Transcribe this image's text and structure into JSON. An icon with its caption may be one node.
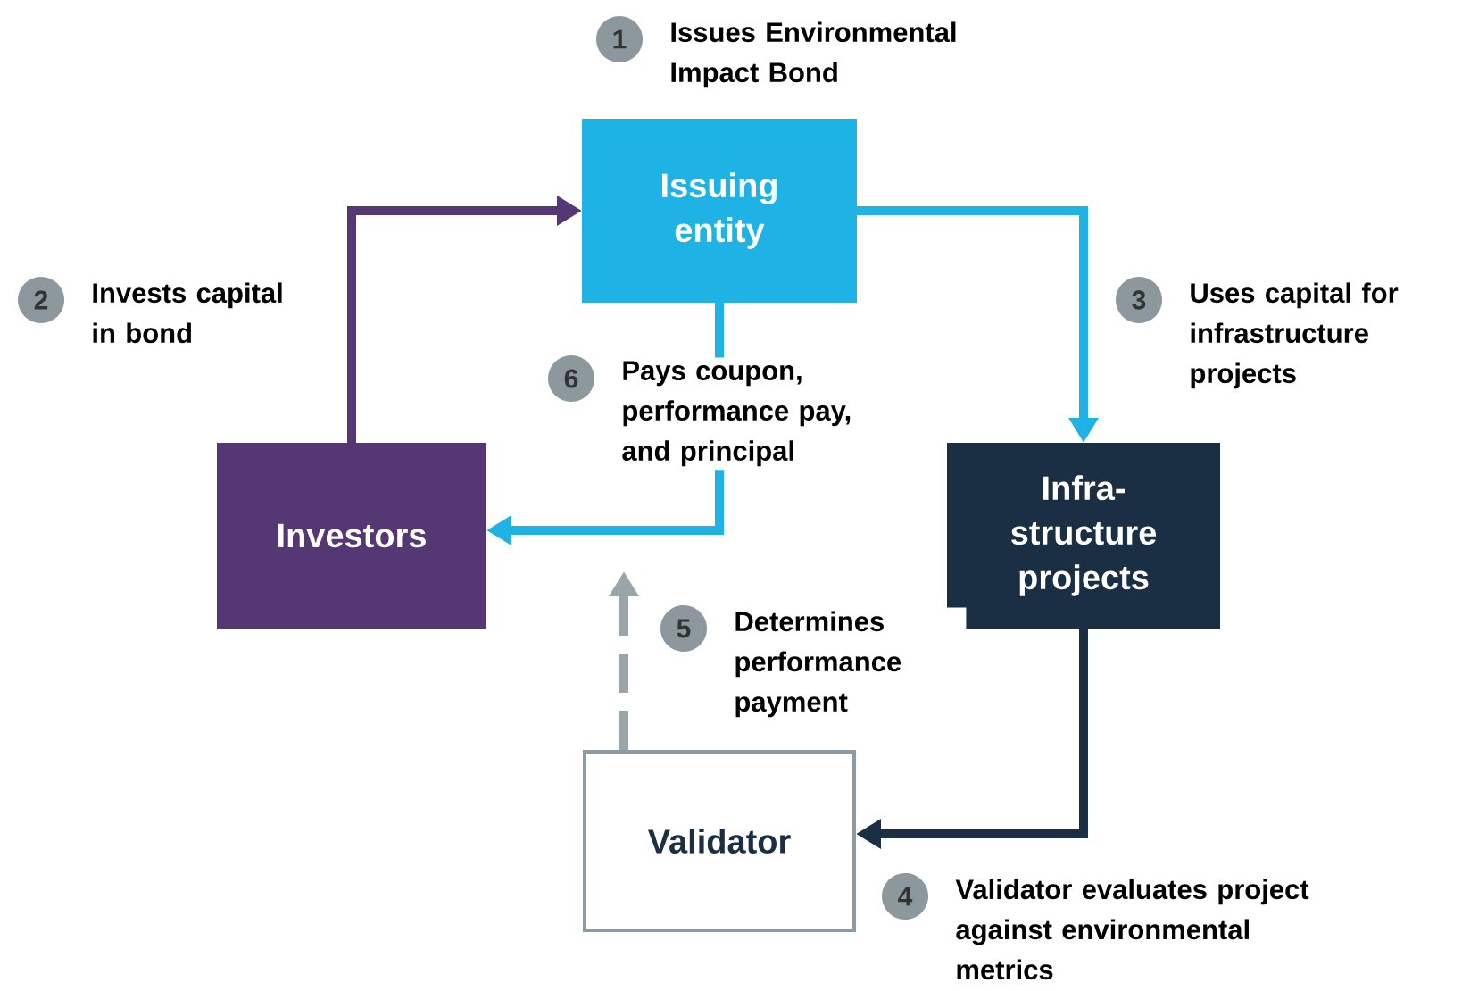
{
  "diagram": {
    "nodes": [
      {
        "text": [
          "Issuing entity"
        ]
      },
      {
        "text": [
          "Investors"
        ]
      },
      {
        "text": [
          "Infra-structure projects"
        ]
      },
      {
        "text": [
          "Validator"
        ]
      }
    ],
    "edges": [
      {
        "from": 1,
        "to": 0,
        "arrow": "to",
        "color": "#553873"
      },
      {
        "from": 0,
        "to": 2,
        "arrow": "to",
        "color": "#1fb3e5"
      },
      {
        "from": 0,
        "to": 1,
        "arrow": "to",
        "color": "#1fb3e5"
      },
      {
        "from": 2,
        "to": 3,
        "arrow": "to",
        "color": "#1b2f44"
      },
      {
        "from": 3,
        "to": null,
        "arrow": "to",
        "style": "dashed",
        "color": "#9aa5aa"
      }
    ],
    "labels": [
      "1",
      "Issues Environmental Impact Bond",
      "2",
      "Invests capital in bond",
      "3",
      "Uses capital for infrastructure projects",
      "6",
      "Pays coupon, performance pay, and principal",
      "5",
      "Determines performance payment",
      "4",
      "Validator evaluates project against environmental metrics"
    ]
  }
}
